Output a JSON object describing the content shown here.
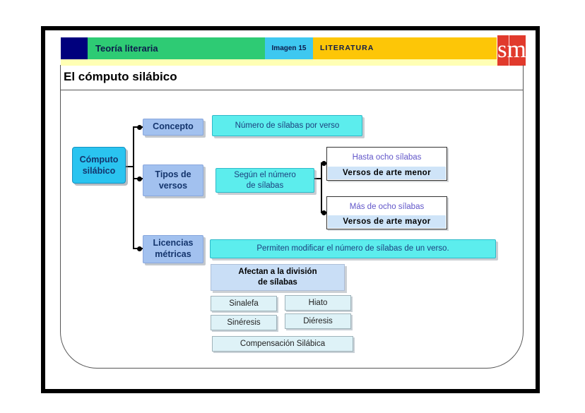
{
  "header": {
    "course": "Teoría literaria",
    "image_ref": "Imagen 15",
    "subject": "LITERATURA",
    "logo": "sm",
    "colors": {
      "navy_block": "#00007d",
      "green": "#2ecb74",
      "cyan": "#3ec8f0",
      "yellow": "#fdc607",
      "cream_strip": "#ffffb4",
      "logo_red": "#e13a2c",
      "text": "#0d1b4c"
    }
  },
  "slide": {
    "title": "El cómputo silábico"
  },
  "diagram": {
    "root": {
      "label": "Cómputo\nsilábico"
    },
    "branches": [
      {
        "label": "Concepto"
      },
      {
        "label": "Tipos de\nversos"
      },
      {
        "label": "Licencias\nmétricas"
      }
    ],
    "concepto": {
      "definition": "Número de sílabas por verso"
    },
    "tipos": {
      "criterion": "Según el número\nde sílabas",
      "classes": [
        {
          "condition": "Hasta ocho sílabas",
          "name": "Versos de arte menor"
        },
        {
          "condition": "Más de ocho sílabas",
          "name": "Versos de arte mayor"
        }
      ]
    },
    "licencias": {
      "definition": "Permiten modificar el número de sílabas de un verso.",
      "subtitle": "Afectan a la división\nde sílabas",
      "items": [
        "Sinalefa",
        "Hiato",
        "Sinéresis",
        "Diéresis",
        "Compensación Silábica"
      ]
    },
    "colors": {
      "root_box": "#2ac4f0",
      "branch_box": "#a2c1ef",
      "definition_box": "#5ceded",
      "class_band": "#cfe4f8",
      "condition_text": "#6156c9",
      "chip_box": "#def2f7",
      "connector": "#000000"
    }
  }
}
